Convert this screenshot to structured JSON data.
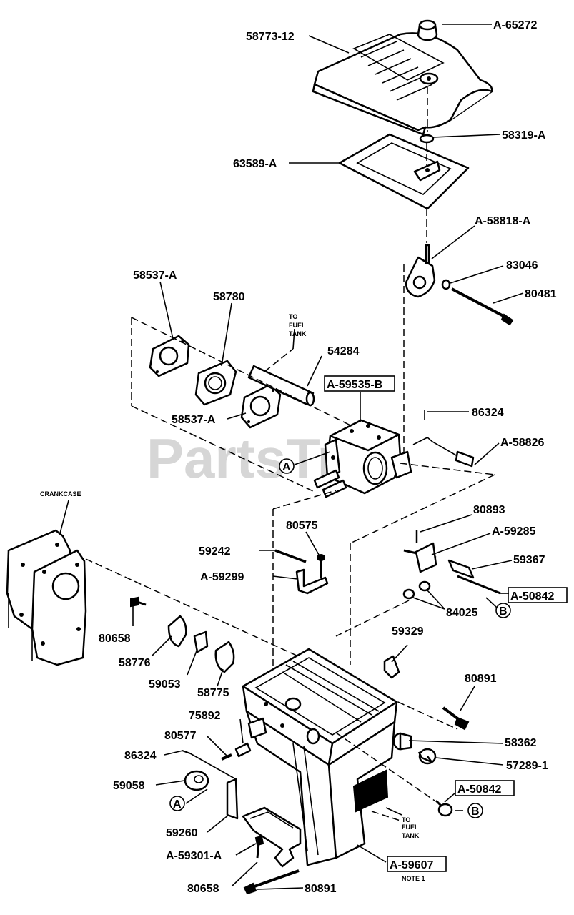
{
  "watermark": "PartsTree",
  "parts": [
    {
      "id": "A-65272"
    },
    {
      "id": "58773-12"
    },
    {
      "id": "58319-A"
    },
    {
      "id": "63589-A"
    },
    {
      "id": "A-58818-A"
    },
    {
      "id": "83046"
    },
    {
      "id": "80481"
    },
    {
      "id": "58537-A"
    },
    {
      "id": "58780"
    },
    {
      "id": "54284"
    },
    {
      "id": "A-59535-B",
      "boxed": true
    },
    {
      "id": "58537-A"
    },
    {
      "id": "86324"
    },
    {
      "id": "A-58826"
    },
    {
      "id": "80893"
    },
    {
      "id": "A-59285"
    },
    {
      "id": "80575"
    },
    {
      "id": "59242"
    },
    {
      "id": "59367"
    },
    {
      "id": "A-59299"
    },
    {
      "id": "A-50842",
      "boxed": true
    },
    {
      "id": "84025"
    },
    {
      "id": "80658"
    },
    {
      "id": "58776"
    },
    {
      "id": "59329"
    },
    {
      "id": "59053"
    },
    {
      "id": "58775"
    },
    {
      "id": "80891"
    },
    {
      "id": "75892"
    },
    {
      "id": "80577"
    },
    {
      "id": "58362"
    },
    {
      "id": "86324"
    },
    {
      "id": "57289-1"
    },
    {
      "id": "59058"
    },
    {
      "id": "A-50842",
      "boxed": true
    },
    {
      "id": "59260"
    },
    {
      "id": "A-59301-A"
    },
    {
      "id": "A-59607",
      "boxed": true
    },
    {
      "id": "80658"
    },
    {
      "id": "80891"
    }
  ],
  "notes": {
    "to_fuel_tank_1": [
      "TO",
      "FUEL",
      "TANK"
    ],
    "to_fuel_tank_2": [
      "TO",
      "FUEL",
      "TANK"
    ],
    "crankcase": "CRANKCASE",
    "note1": "NOTE 1"
  },
  "callouts": [
    {
      "letter": "A"
    },
    {
      "letter": "B"
    },
    {
      "letter": "A"
    },
    {
      "letter": "B"
    }
  ]
}
